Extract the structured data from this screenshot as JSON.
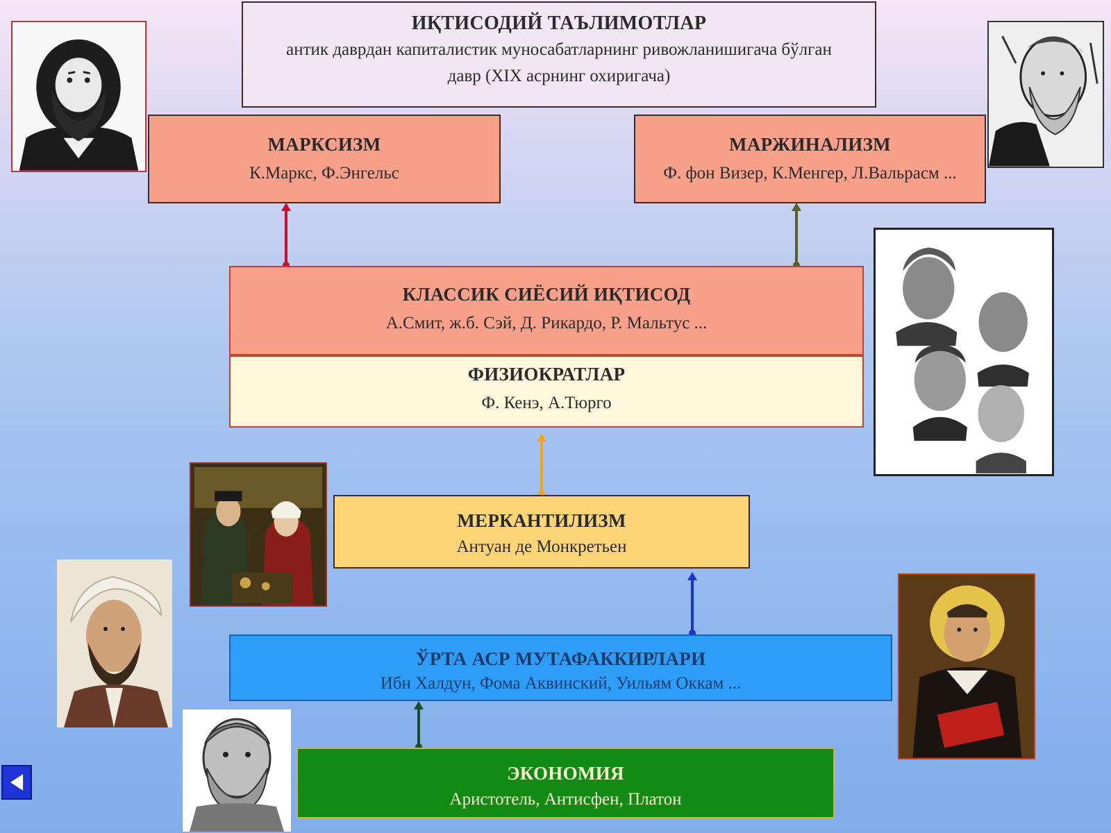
{
  "header": {
    "title": "ИҚТИСОДИЙ ТАЪЛИМОТЛАР",
    "subtitle_line1": "антик даврдан капиталистик муносабатларнинг ривожланишигача бўлган",
    "subtitle_line2": "давр (XIX асрнинг охиригача)"
  },
  "schools": {
    "marxism": {
      "title": "МАРКСИЗМ",
      "authors": "К.Маркс, Ф.Энгельс"
    },
    "marginalism": {
      "title": "МАРЖИНАЛИЗМ",
      "authors": "Ф. фон Визер, К.Менгер, Л.Вальрасм ..."
    },
    "classical": {
      "title": "КЛАССИК СИЁСИЙ ИҚТИСОД",
      "authors": "А.Смит, ж.б. Сэй, Д. Рикардо, Р. Мальтус ..."
    },
    "physiocrats": {
      "title": "ФИЗИОКРАТЛАР",
      "authors": "Ф. Кенэ, А.Тюрго"
    },
    "mercantilism": {
      "title": "МЕРКАНТИЛИЗМ",
      "authors": "Антуан де Монкретьен"
    },
    "medieval": {
      "title": "ЎРТА АСР МУТАФАККИРЛАРИ",
      "authors": "Ибн Халдун, Фома Аквинский, Уильям Оккам ..."
    },
    "economy": {
      "title": "ЭКОНОМИЯ",
      "authors": "Аристотель, Антисфен, Платон"
    }
  },
  "colors": {
    "marxism_bg": "#f9a08a",
    "classical_bg": "#f9a08a",
    "physiocrats_bg": "#fff7dc",
    "mercantilism_bg": "#fdd476",
    "medieval_bg": "#2e9df7",
    "economy_bg": "#138a13",
    "arrow_red": "#c8102e",
    "arrow_olive": "#55602a",
    "arrow_orange": "#f5a31a",
    "arrow_blue": "#1936c8",
    "arrow_green": "#1a4d2a"
  },
  "icons": [
    "back-arrow-icon"
  ]
}
